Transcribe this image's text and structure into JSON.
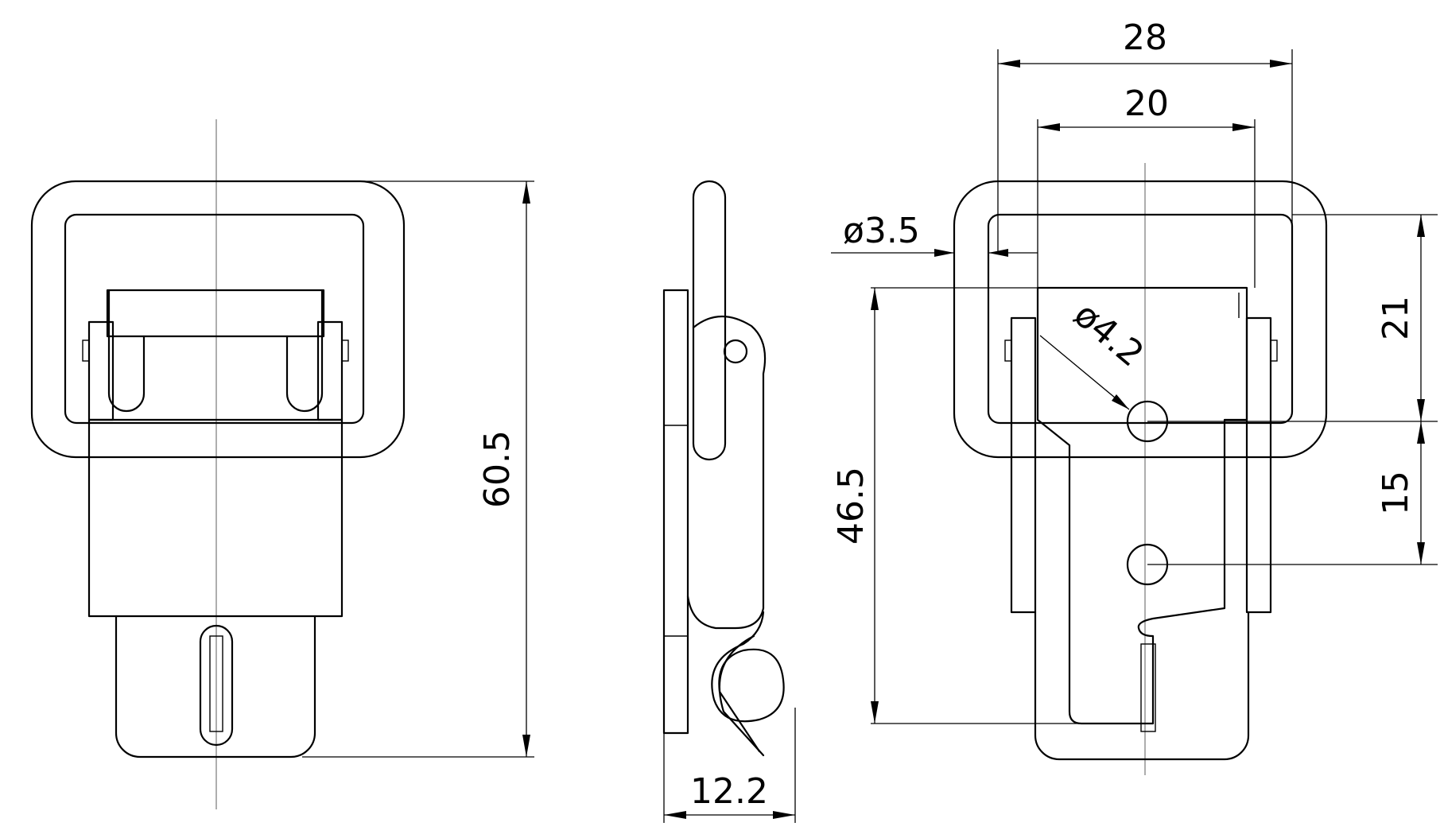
{
  "dimensions": {
    "width_28": "28",
    "width_20": "20",
    "hole_dia_3_5": "ø3.5",
    "hole_dia_4_2": "ø4.2",
    "height_21": "21",
    "height_15": "15",
    "height_46_5": "46.5",
    "height_60_5": "60.5",
    "depth_12_2": "12.2"
  }
}
